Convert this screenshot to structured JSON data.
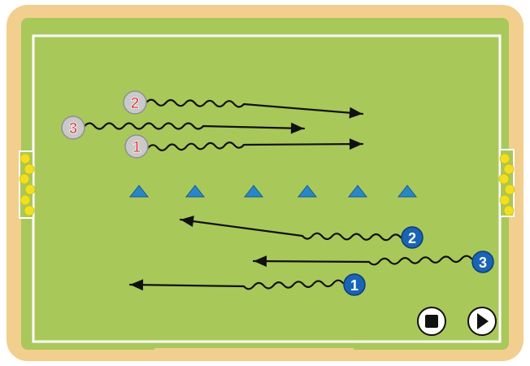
{
  "colors": {
    "frame": "#f2cf8e",
    "pitch": "#a9c85a",
    "lines": "#ffffff",
    "cone": "#2a87c7",
    "ball": "#f1df23",
    "arrow": "#111111",
    "team_silver": "#c9c9c9",
    "team_silver_text": "#d23a3a",
    "team_blue": "#1a64b4",
    "team_blue_text": "#ffffff"
  },
  "players": {
    "silver": [
      {
        "label": "2"
      },
      {
        "label": "3"
      },
      {
        "label": "1"
      }
    ],
    "blue": [
      {
        "label": "2"
      },
      {
        "label": "3"
      },
      {
        "label": "1"
      }
    ]
  },
  "cones": {
    "count": 6
  },
  "controls": {
    "stop_icon": "stop-icon",
    "play_icon": "play-icon"
  }
}
